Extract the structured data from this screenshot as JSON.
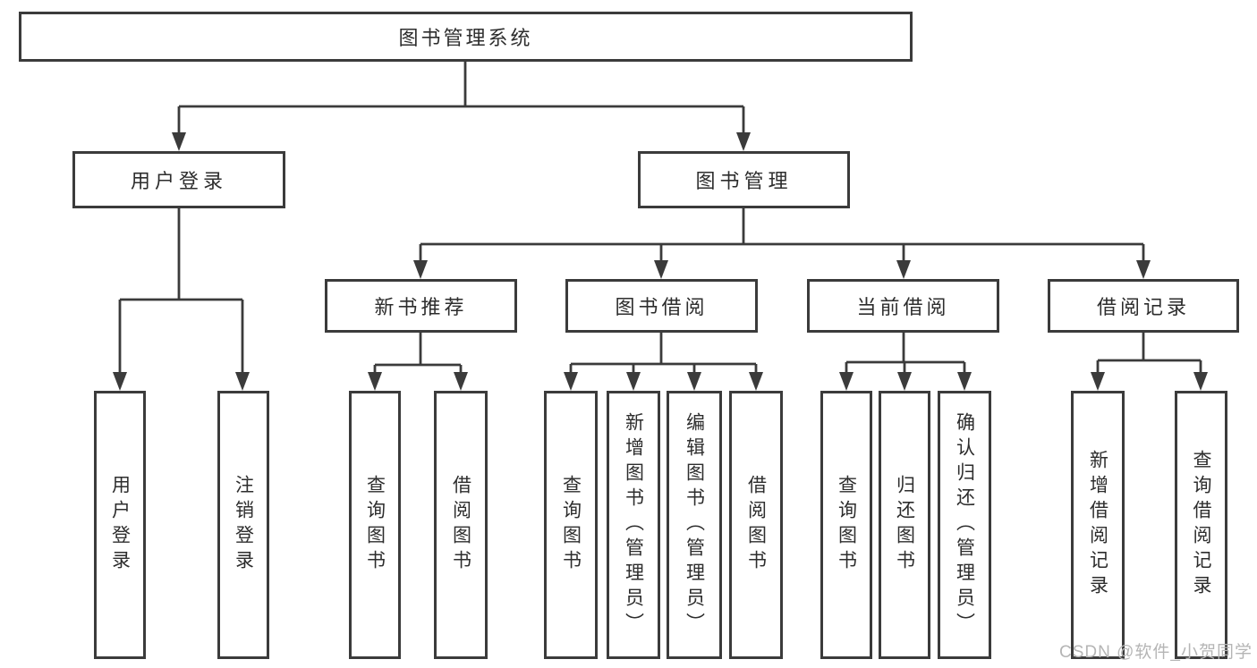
{
  "diagram": {
    "root": "图书管理系统",
    "login": {
      "label": "用户登录",
      "children": [
        "用户登录",
        "注销登录"
      ]
    },
    "management": {
      "label": "图书管理",
      "sections": [
        {
          "label": "新书推荐",
          "children": [
            "查询图书",
            "借阅图书"
          ]
        },
        {
          "label": "图书借阅",
          "children": [
            "查询图书",
            "新增图书（管理员）",
            "编辑图书（管理员）",
            "借阅图书"
          ]
        },
        {
          "label": "当前借阅",
          "children": [
            "查询图书",
            "归还图书",
            "确认归还（管理员）"
          ]
        },
        {
          "label": "借阅记录",
          "children": [
            "新增借阅记录",
            "查询借阅记录"
          ]
        }
      ]
    }
  },
  "watermark": "CSDN @软件_小贺同学",
  "colors": {
    "line": "#3b3b3b",
    "text": "#2d2d2d",
    "watermark_gray": "#b5b5b5"
  }
}
